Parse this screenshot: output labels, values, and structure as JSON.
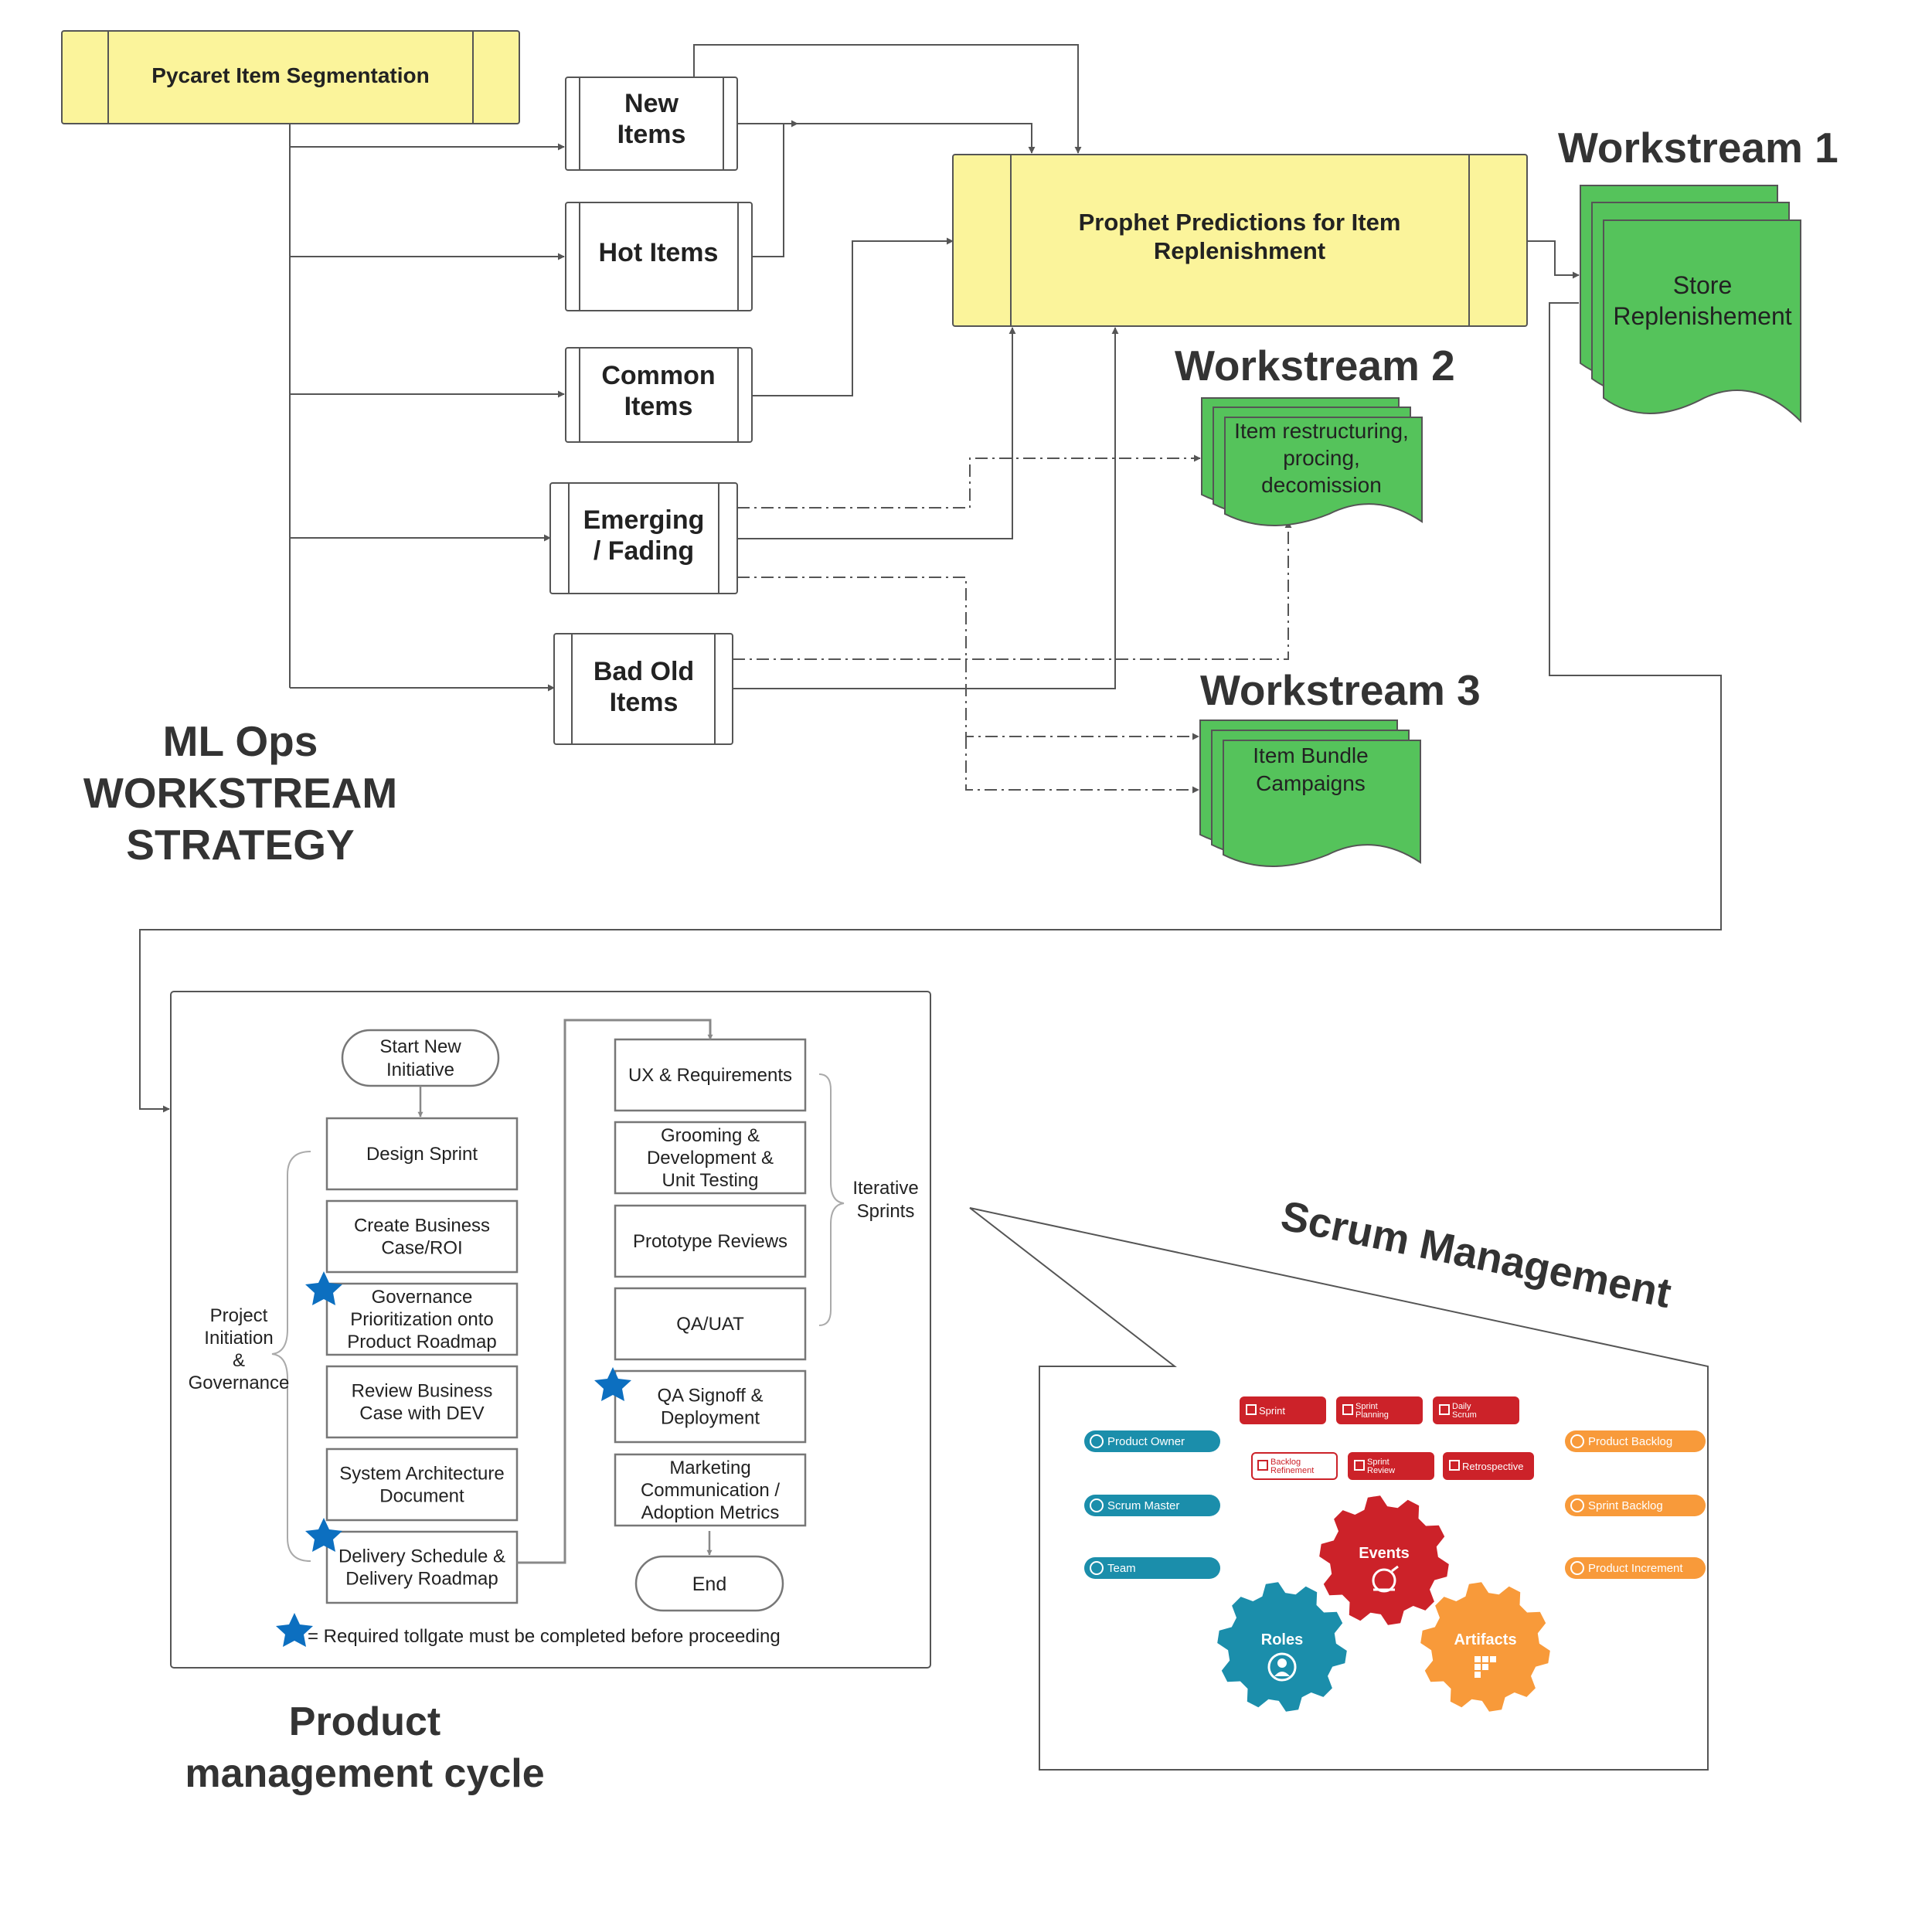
{
  "main_diagram": {
    "segmentation_title": "Pycaret Item Segmentation",
    "segments": {
      "new_items": [
        "New",
        "Items"
      ],
      "hot_items": [
        "Hot Items"
      ],
      "common_items": [
        "Common",
        "Items"
      ],
      "emerging_fading": [
        "Emerging",
        "/ Fading"
      ],
      "bad_old_items": [
        "Bad Old",
        "Items"
      ]
    },
    "prophet": [
      "Prophet Predictions for Item",
      "Replenishment"
    ],
    "workstream1": {
      "title": "Workstream 1",
      "doc": [
        "Store",
        "Replenishement"
      ]
    },
    "workstream2": {
      "title": "Workstream 2",
      "doc": [
        "Item restructuring,",
        "procing,",
        "decomission"
      ]
    },
    "workstream3": {
      "title": "Workstream 3",
      "doc": [
        "Item Bundle",
        "Campaigns"
      ]
    },
    "strategy_title": [
      "ML Ops",
      "WORKSTREAM",
      "STRATEGY"
    ]
  },
  "product_cycle": {
    "caption": [
      "Product",
      "management cycle"
    ],
    "start": [
      "Start New",
      "Initiative"
    ],
    "left_steps": [
      [
        "Design Sprint"
      ],
      [
        "Create Business",
        "Case/ROI"
      ],
      [
        "Governance",
        "Prioritization onto",
        "Product Roadmap"
      ],
      [
        "Review Business",
        "Case with DEV"
      ],
      [
        "System Architecture",
        "Document"
      ],
      [
        "Delivery Schedule &",
        "Delivery Roadmap"
      ]
    ],
    "right_steps": [
      [
        "UX & Requirements"
      ],
      [
        "Grooming &",
        "Development &",
        "Unit Testing"
      ],
      [
        "Prototype Reviews"
      ],
      [
        "QA/UAT"
      ],
      [
        "QA Signoff &",
        "Deployment"
      ],
      [
        "Marketing",
        "Communication /",
        "Adoption Metrics"
      ]
    ],
    "end": "End",
    "left_brace_label": [
      "Project",
      "Initiation",
      "&",
      "Governance"
    ],
    "right_brace_label": [
      "Iterative",
      "Sprints"
    ],
    "legend": "= Required tollgate must be completed before proceeding"
  },
  "scrum": {
    "title": "Scrum Management",
    "events_tags": [
      [
        "Sprint"
      ],
      [
        "Sprint",
        "Planning"
      ],
      [
        "Daily",
        "Scrum"
      ],
      [
        "Backlog",
        "Refinement"
      ],
      [
        "Sprint",
        "Review"
      ],
      [
        "Retrospective"
      ]
    ],
    "gears": {
      "events": "Events",
      "roles": "Roles",
      "artifacts": "Artifacts"
    },
    "roles": [
      "Product Owner",
      "Scrum Master",
      "Team"
    ],
    "artifacts": [
      "Product Backlog",
      "Sprint Backlog",
      "Product Increment"
    ]
  },
  "colors": {
    "yellow": "#fbf49b",
    "green": "#55c35b",
    "red": "#cc2229",
    "teal": "#1b8eab",
    "orange": "#f89a3a",
    "star_blue": "#0c6fc0"
  }
}
